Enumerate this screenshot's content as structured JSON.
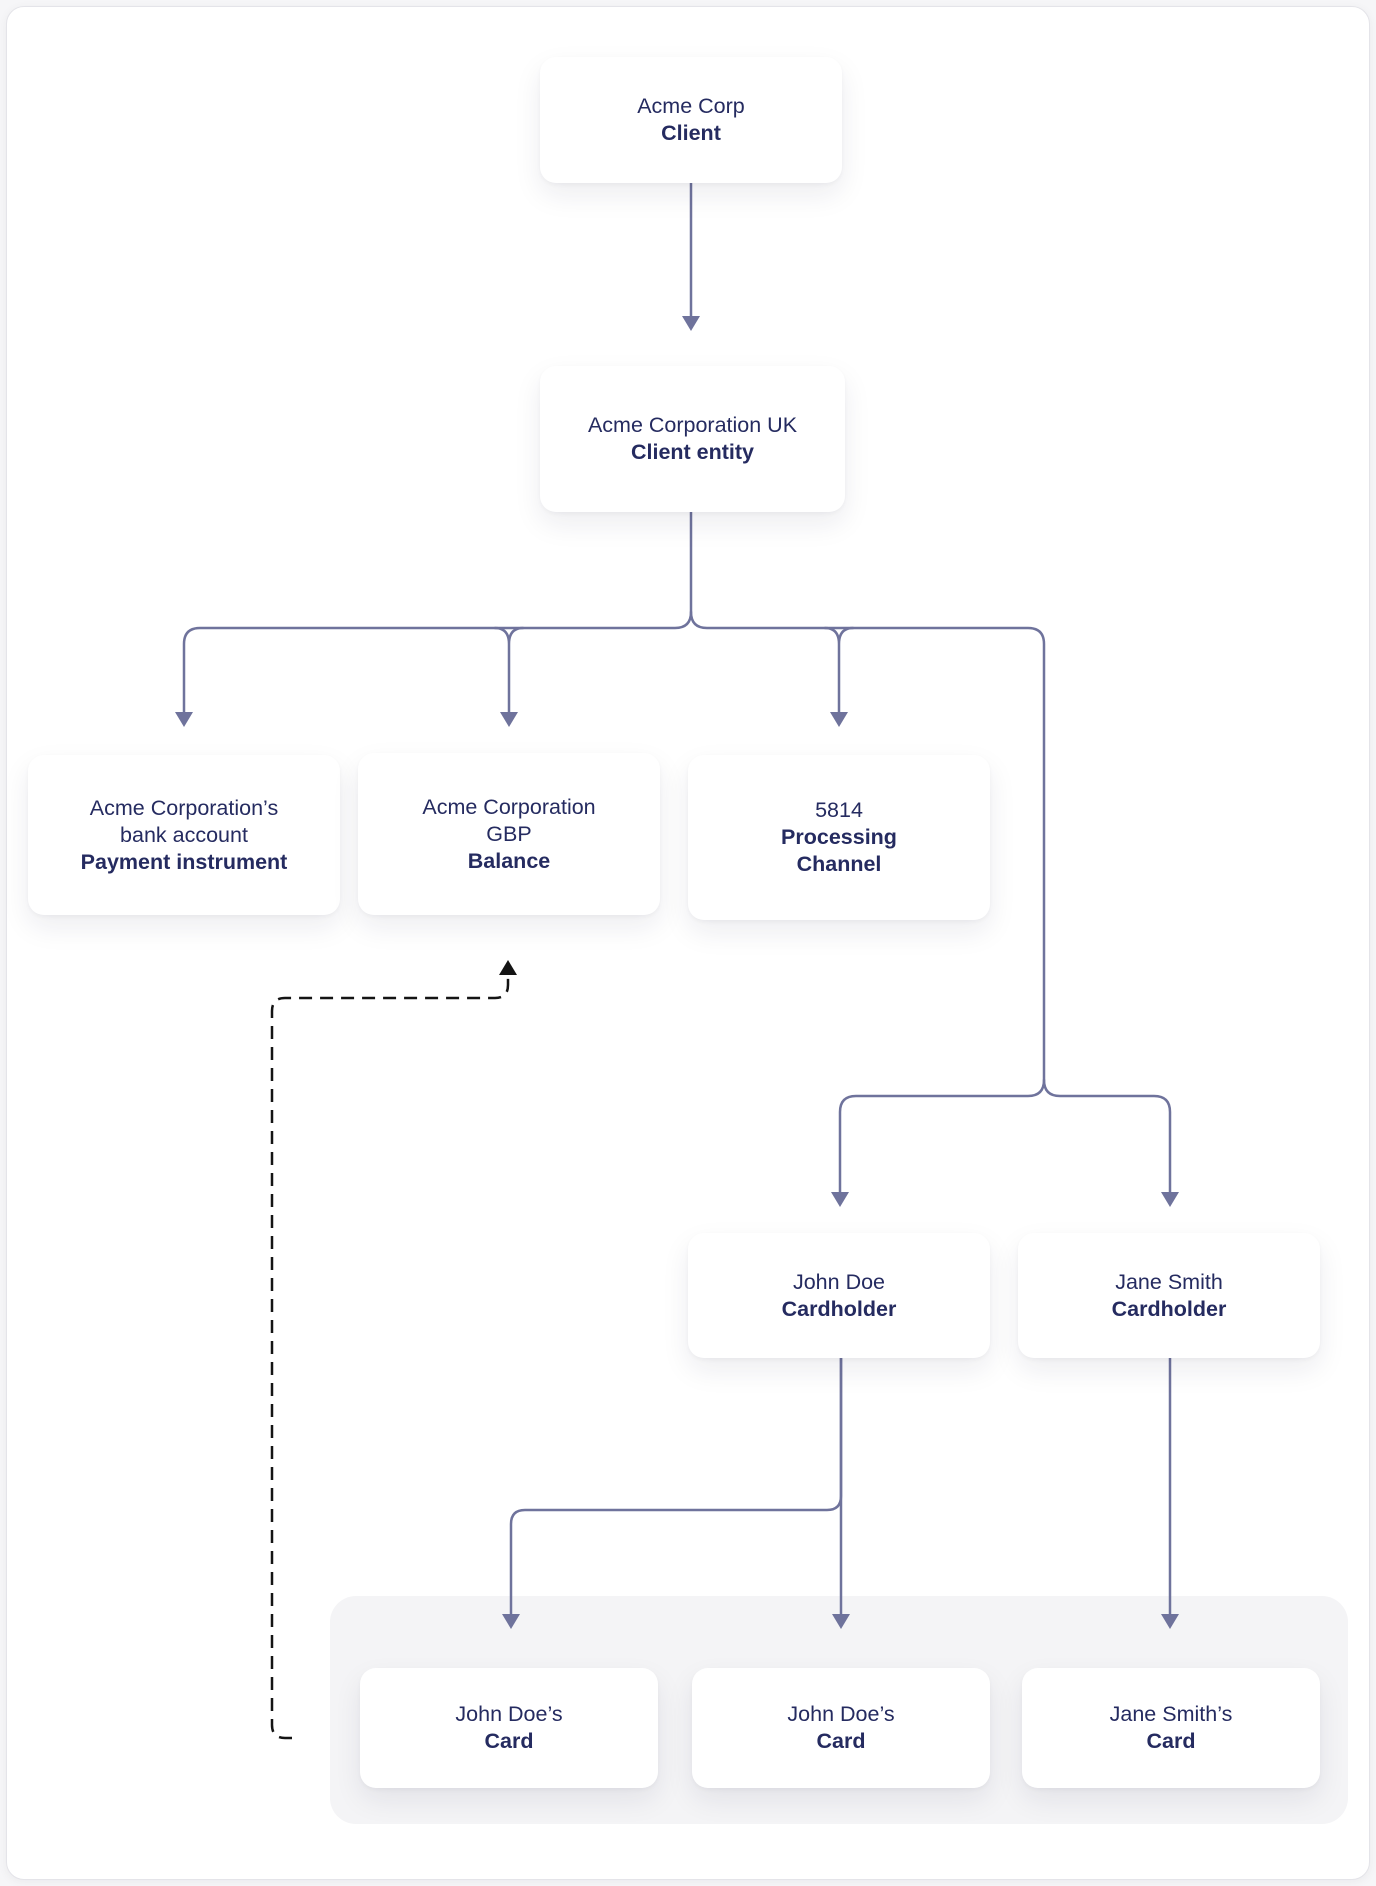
{
  "diagram": {
    "nodes": {
      "client": {
        "title_lines": [
          "Acme Corp"
        ],
        "type_lines": [
          "Client"
        ]
      },
      "client_entity": {
        "title_lines": [
          "Acme Corporation UK"
        ],
        "type_lines": [
          "Client entity"
        ]
      },
      "payment_instrument": {
        "title_lines": [
          "Acme Corporation’s",
          "bank account"
        ],
        "type_lines": [
          "Payment instrument"
        ]
      },
      "balance": {
        "title_lines": [
          "Acme Corporation",
          "GBP"
        ],
        "type_lines": [
          "Balance"
        ]
      },
      "processing_channel": {
        "title_lines": [
          "5814"
        ],
        "type_lines": [
          "Processing",
          "Channel"
        ]
      },
      "john_doe": {
        "title_lines": [
          "John Doe"
        ],
        "type_lines": [
          "Cardholder"
        ]
      },
      "jane_smith": {
        "title_lines": [
          "Jane Smith"
        ],
        "type_lines": [
          "Cardholder"
        ]
      },
      "card_john_1": {
        "title_lines": [
          "John Doe’s"
        ],
        "type_lines": [
          "Card"
        ]
      },
      "card_john_2": {
        "title_lines": [
          "John Doe’s"
        ],
        "type_lines": [
          "Card"
        ]
      },
      "card_jane": {
        "title_lines": [
          "Jane Smith’s"
        ],
        "type_lines": [
          "Card"
        ]
      }
    },
    "edges": [
      {
        "from": "client",
        "to": "client_entity",
        "style": "solid-arrow"
      },
      {
        "from": "client_entity",
        "to": "payment_instrument",
        "style": "solid-arrow"
      },
      {
        "from": "client_entity",
        "to": "balance",
        "style": "solid-arrow"
      },
      {
        "from": "client_entity",
        "to": "processing_channel",
        "style": "solid-arrow"
      },
      {
        "from": "client_entity",
        "to": "john_doe",
        "style": "solid-arrow"
      },
      {
        "from": "client_entity",
        "to": "jane_smith",
        "style": "solid-arrow"
      },
      {
        "from": "john_doe",
        "to": "card_john_1",
        "style": "solid-arrow"
      },
      {
        "from": "john_doe",
        "to": "card_john_2",
        "style": "solid-arrow"
      },
      {
        "from": "jane_smith",
        "to": "card_jane",
        "style": "solid-arrow"
      },
      {
        "from": "card_john_1",
        "to": "balance",
        "style": "dashed-arrow"
      }
    ],
    "colors": {
      "node_text": "#252b60",
      "node_bg": "#ffffff",
      "connector": "#6f739c",
      "dashed_connector": "#141414",
      "panel_bg": "#f4f4f6",
      "page_bg": "#ffffff"
    }
  }
}
